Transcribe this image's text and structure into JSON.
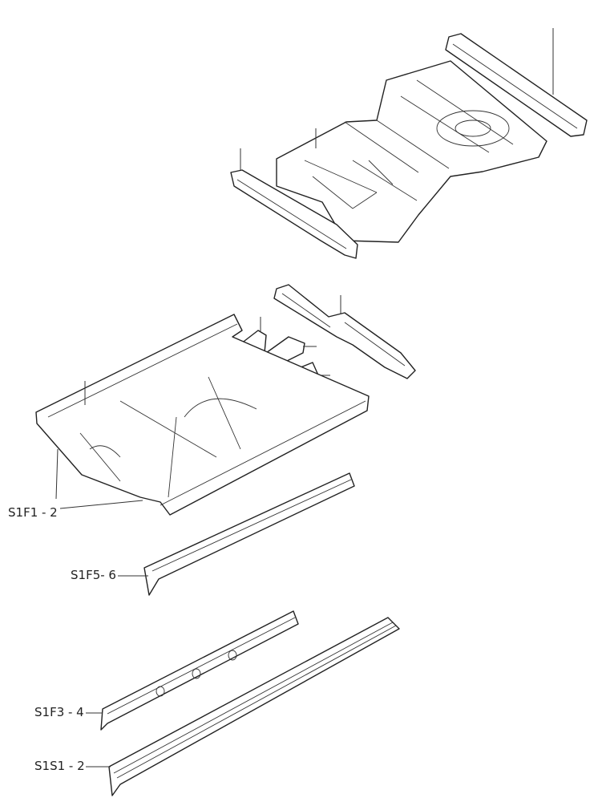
{
  "diagram": {
    "labels": [
      {
        "id": "floor-pan",
        "text": "S1F1 - 2"
      },
      {
        "id": "inner-sill",
        "text": "S1F5- 6"
      },
      {
        "id": "sill-reinforcement",
        "text": "S1F3 - 4"
      },
      {
        "id": "outer-sill",
        "text": "S1S1 - 2"
      }
    ]
  }
}
